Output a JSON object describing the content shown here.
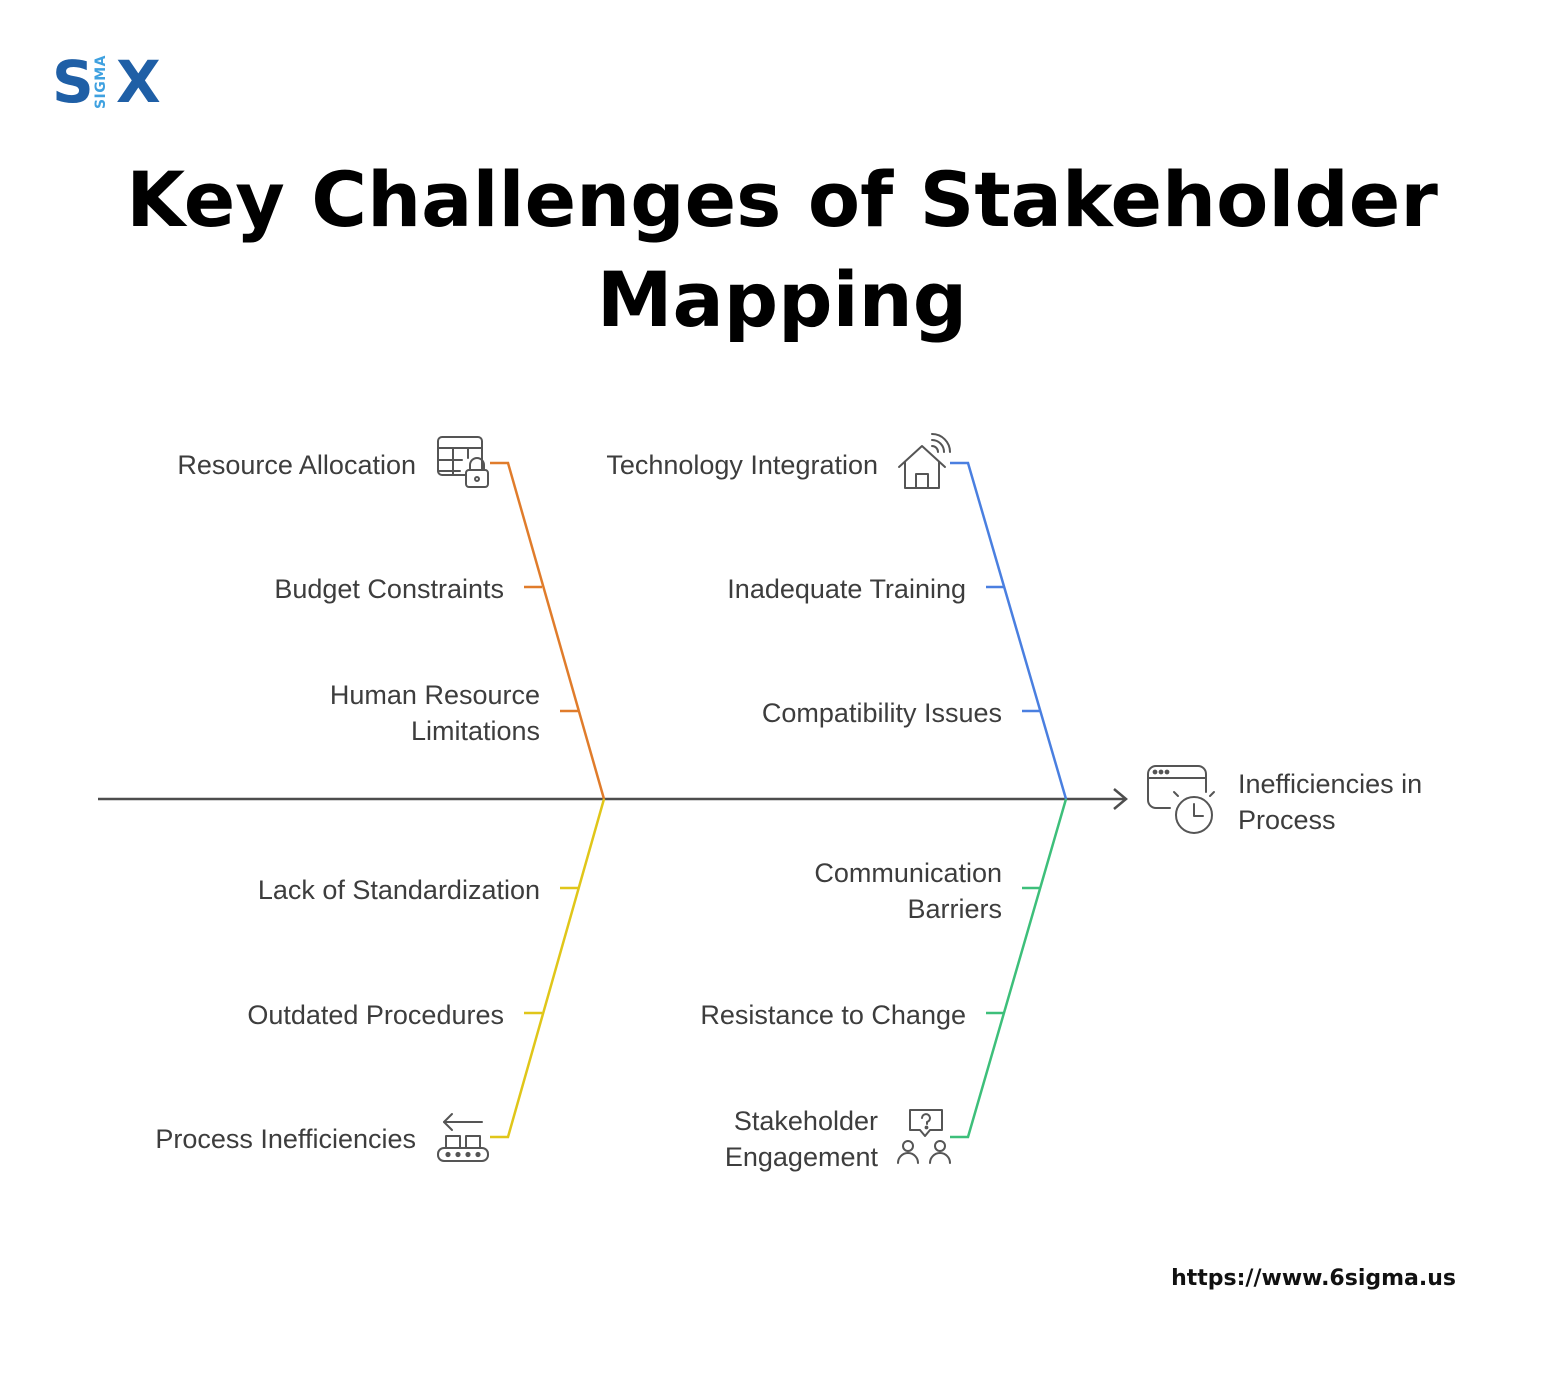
{
  "logo": {
    "letter_s": "S",
    "vertical_text": "SIGMA",
    "letter_x": "X"
  },
  "title": {
    "line1": "Key Challenges of Stakeholder",
    "line2": "Mapping"
  },
  "effect": {
    "label_line1": "Inefficiencies in",
    "label_line2": "Process",
    "icon": "browser-clock-icon"
  },
  "branches": [
    {
      "color": "#e07c2b",
      "causes": [
        {
          "line1": "Resource Allocation",
          "icon": "table-lock-icon"
        },
        {
          "line1": "Budget Constraints"
        },
        {
          "line1": "Human Resource",
          "line2": "Limitations"
        }
      ]
    },
    {
      "color": "#4a7fe0",
      "causes": [
        {
          "line1": "Technology Integration",
          "icon": "smart-home-icon"
        },
        {
          "line1": "Inadequate Training"
        },
        {
          "line1": "Compatibility Issues"
        }
      ]
    },
    {
      "color": "#e0c619",
      "causes": [
        {
          "line1": "Lack of Standardization"
        },
        {
          "line1": "Outdated Procedures"
        },
        {
          "line1": "Process Inefficiencies",
          "icon": "conveyor-belt-icon"
        }
      ]
    },
    {
      "color": "#3dbf7a",
      "causes": [
        {
          "line1": "Communication",
          "line2": "Barriers"
        },
        {
          "line1": "Resistance to Change"
        },
        {
          "line1": "Stakeholder",
          "line2": "Engagement",
          "icon": "people-question-icon"
        }
      ]
    }
  ],
  "spine_color": "#4d4d4d",
  "footer": {
    "url": "https://www.6sigma.us"
  }
}
